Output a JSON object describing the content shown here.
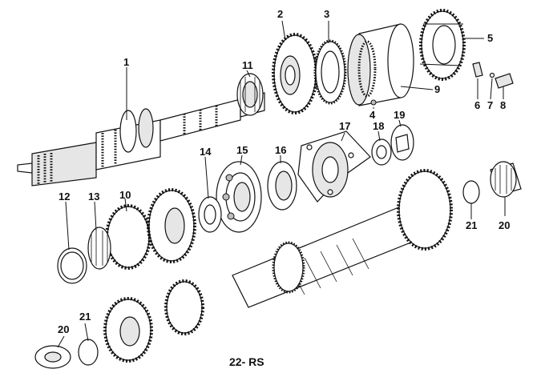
{
  "diagram": {
    "caption": "22- RS",
    "callouts": [
      {
        "id": "c1",
        "label": "1"
      },
      {
        "id": "c2",
        "label": "2"
      },
      {
        "id": "c3",
        "label": "3"
      },
      {
        "id": "c4",
        "label": "4"
      },
      {
        "id": "c5",
        "label": "5"
      },
      {
        "id": "c6",
        "label": "6"
      },
      {
        "id": "c7",
        "label": "7"
      },
      {
        "id": "c8",
        "label": "8"
      },
      {
        "id": "c9",
        "label": "9"
      },
      {
        "id": "c10",
        "label": "10"
      },
      {
        "id": "c11",
        "label": "11"
      },
      {
        "id": "c12",
        "label": "12"
      },
      {
        "id": "c13",
        "label": "13"
      },
      {
        "id": "c14",
        "label": "14"
      },
      {
        "id": "c15",
        "label": "15"
      },
      {
        "id": "c16",
        "label": "16"
      },
      {
        "id": "c17",
        "label": "17"
      },
      {
        "id": "c18",
        "label": "18"
      },
      {
        "id": "c19",
        "label": "19"
      },
      {
        "id": "c20a",
        "label": "20"
      },
      {
        "id": "c21a",
        "label": "21"
      },
      {
        "id": "c20b",
        "label": "20"
      },
      {
        "id": "c21b",
        "label": "21"
      }
    ]
  }
}
